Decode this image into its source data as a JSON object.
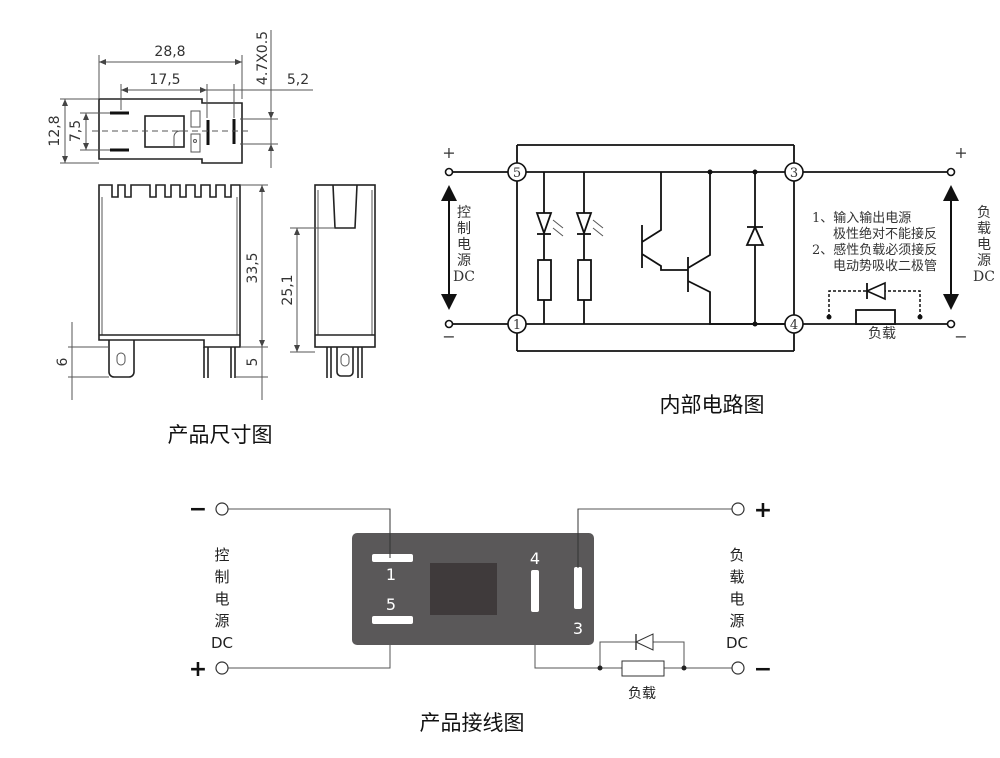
{
  "dimensions": {
    "title": "产品尺寸图",
    "width_total": "28,8",
    "pin_spacing": "17,5",
    "pin_offset": "5,2",
    "pin_size": "4.7X0.5",
    "height_top": "12,8",
    "pin_gap": "7,5",
    "body_height": "33,5",
    "side_height": "25,1",
    "tab_length": "6",
    "pin_length": "5"
  },
  "circuit": {
    "title": "内部电路图",
    "terminals": [
      "5",
      "1",
      "3",
      "4"
    ],
    "plus": "+",
    "minus": "−",
    "control_label": [
      "控",
      "制",
      "电",
      "源",
      "DC"
    ],
    "load_label": [
      "负",
      "载",
      "电",
      "源",
      "DC"
    ],
    "notes": [
      "1、输入输出电源",
      "极性绝对不能接反",
      "2、感性负载必须接反",
      "电动势吸收二极管"
    ],
    "load": "负载"
  },
  "wiring": {
    "title": "产品接线图",
    "pins": [
      "1",
      "5",
      "4",
      "3"
    ],
    "plus": "+",
    "minus": "−",
    "control_label": [
      "控",
      "制",
      "电",
      "源",
      "DC"
    ],
    "load_label": [
      "负",
      "载",
      "电",
      "源",
      "DC"
    ],
    "load": "负载",
    "body_color": "#5a5859",
    "window_color": "#3f3a3b"
  }
}
